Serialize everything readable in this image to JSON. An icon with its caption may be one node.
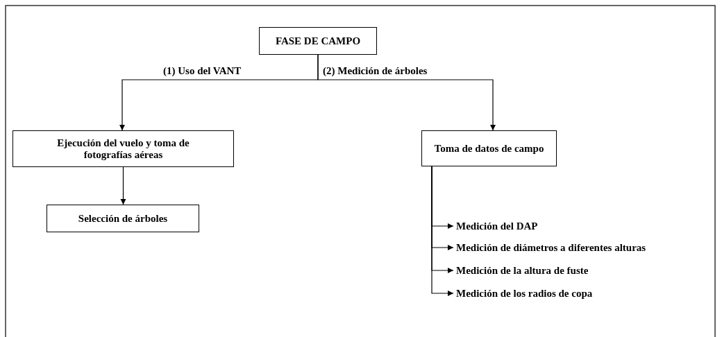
{
  "diagram": {
    "nodes": [
      {
        "text": [
          "FASE DE CAMPO"
        ]
      },
      {
        "text": [
          "Ejecución del vuelo y toma de fotografías aéreas"
        ]
      },
      {
        "text": [
          "Toma de datos de campo"
        ]
      },
      {
        "text": [
          "Selección de árboles"
        ]
      },
      {
        "text": [
          "Medición del DAP"
        ]
      },
      {
        "text": [
          "Medición de diámetros a diferentes alturas"
        ]
      },
      {
        "text": [
          "Medición de la altura de fuste"
        ]
      },
      {
        "text": [
          "Medición de los radios de copa"
        ]
      }
    ],
    "edges": [
      {
        "from": 0,
        "to": 1,
        "arrow": "to",
        "label": "(1) Uso del VANT"
      },
      {
        "from": 0,
        "to": 2,
        "arrow": "to",
        "label": "(2) Medición de árboles"
      },
      {
        "from": 1,
        "to": 3,
        "arrow": "to"
      },
      {
        "from": 2,
        "to": 4,
        "arrow": "to"
      },
      {
        "from": 2,
        "to": 5,
        "arrow": "to"
      },
      {
        "from": 2,
        "to": 6,
        "arrow": "to"
      },
      {
        "from": 2,
        "to": 7,
        "arrow": "to"
      }
    ]
  }
}
